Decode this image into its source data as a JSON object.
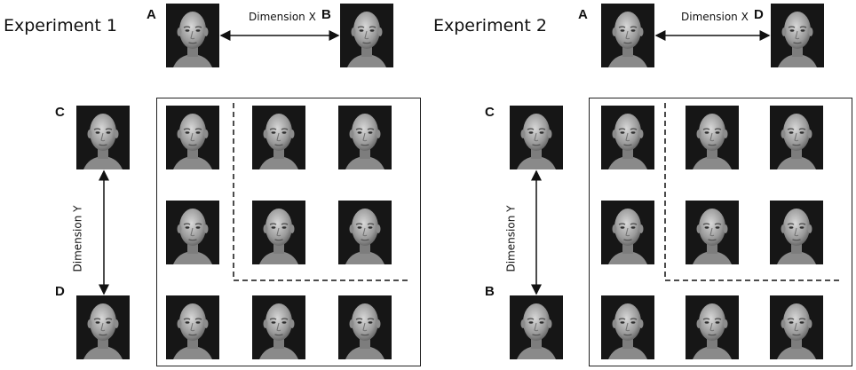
{
  "experiment1": {
    "title": "Experiment 1",
    "dimension_x_label": "Dimension X",
    "dimension_y_label": "Dimension Y",
    "anchors": {
      "top_left": "A",
      "top_right": "B",
      "side_top": "C",
      "side_bottom": "D"
    }
  },
  "experiment2": {
    "title": "Experiment 2",
    "dimension_x_label": "Dimension X",
    "dimension_y_label": "Dimension Y",
    "anchors": {
      "top_left": "A",
      "top_right": "D",
      "side_top": "C",
      "side_bottom": "B"
    }
  },
  "colors": {
    "face_background": "#161616",
    "skin_light": "#d8d8d8",
    "skin_dark": "#6a6a6a",
    "line": "#222222"
  },
  "icons": {
    "face": "face-photo",
    "arrow": "double-headed-arrow"
  }
}
